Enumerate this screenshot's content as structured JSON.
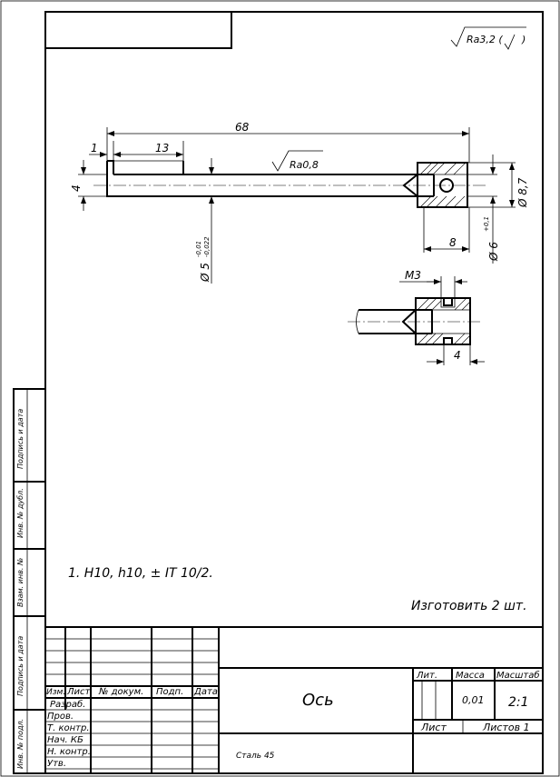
{
  "roughness": {
    "general": "Ra3,2 (",
    "general_close": ")",
    "surface": "Ra0,8"
  },
  "dimensions": {
    "total_length": "68",
    "offset": "1",
    "flat_length": "13",
    "flat_depth": "4",
    "shaft_diameter": "Ø 5",
    "shaft_upper_tol": "-0,01",
    "shaft_lower_tol": "-0,022",
    "head_length": "8",
    "head_diameter": "Ø 8,7",
    "hole_diameter": "Ø 6",
    "hole_tol": "+0,1",
    "thread": "M3",
    "thread_offset": "4"
  },
  "notes": {
    "tolerance_note": "1.   H10, h10, ± IT 10/2.",
    "quantity": "Изготовить 2 шт."
  },
  "side_stamp": {
    "sign_date_1": "Подпись и дата",
    "dup_inv": "Инв. № дубл.",
    "replace_inv": "Взам. инв. №",
    "sign_date_2": "Подпись и дата",
    "orig_inv": "Инв. № подл."
  },
  "title_block": {
    "name": "Ось",
    "material": "Сталь 45",
    "col_headers": [
      "Изм.",
      "Лист",
      "№ докум.",
      "Подп.",
      "Дата"
    ],
    "roles": [
      "Разраб.",
      "Пров.",
      "Т. контр.",
      "Нач. КБ",
      "Н. контр.",
      "Утв."
    ],
    "lit_label": "Лит.",
    "mass_label": "Масса",
    "scale_label": "Масштаб",
    "mass_value": "0,01",
    "scale_value": "2:1",
    "sheet_label": "Лист",
    "sheets_label": "Листов 1"
  }
}
